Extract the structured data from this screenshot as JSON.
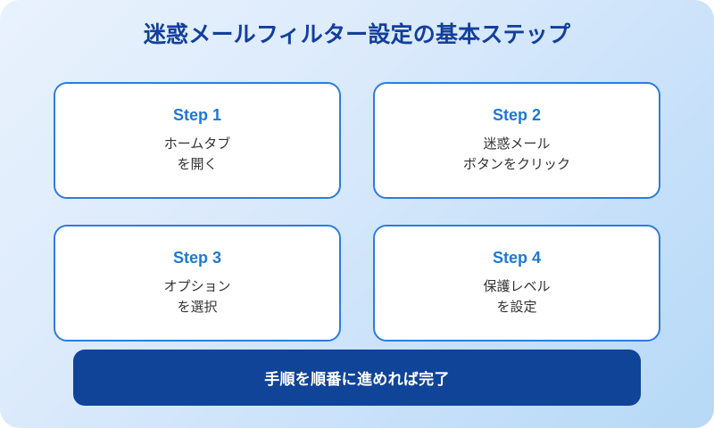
{
  "page": {
    "title": "迷惑メールフィルター設定の基本ステップ",
    "background_gradient_from": "#e9f2fd",
    "background_gradient_to": "#b6d9f6",
    "title_color": "#123f9c"
  },
  "steps": [
    {
      "step_label": "Step 1",
      "description": "ホームタブ\nを開く",
      "accent_color": "#2b7de0"
    },
    {
      "step_label": "Step 2",
      "description": "迷惑メール\nボタンをクリック",
      "accent_color": "#2b7de0"
    },
    {
      "step_label": "Step 3",
      "description": "オプション\nを選択",
      "accent_color": "#2b7de0"
    },
    {
      "step_label": "Step 4",
      "description": "保護レベル\nを設定",
      "accent_color": "#2b7de0"
    }
  ],
  "footer": {
    "text": "手順を順番に進めれば完了",
    "background_color": "#104499",
    "text_color": "#ffffff"
  }
}
